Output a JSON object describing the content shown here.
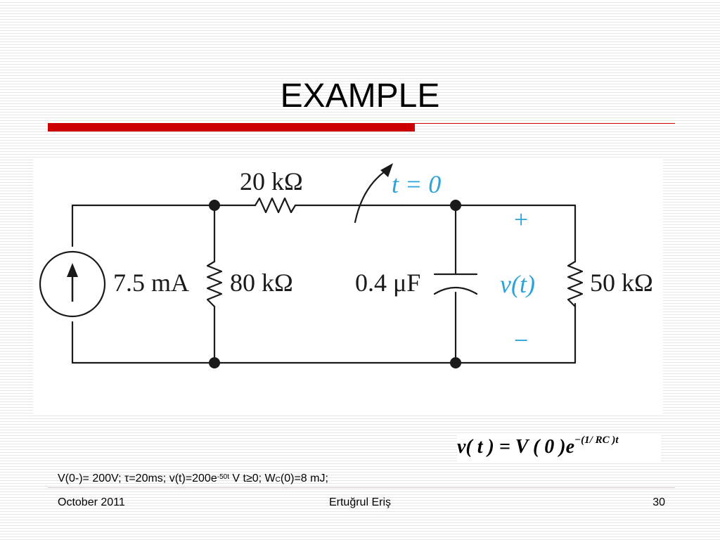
{
  "slide": {
    "title": "EXAMPLE"
  },
  "circuit": {
    "r_series": "20 kΩ",
    "switch_label": "t = 0",
    "source": "7.5 mA",
    "r_shunt": "80 kΩ",
    "capacitor": "0.4 μF",
    "v_plus": "+",
    "v_label": "v(t)",
    "v_minus": "−",
    "r_load": "50 kΩ"
  },
  "formula": {
    "base": "v( t ) = V ( 0 )e",
    "exponent": "−(1/ RC )t"
  },
  "result": {
    "part1": "V(0-)= 200V; τ=20ms; v(t)=200e",
    "exp": "-50t",
    "part2": " V  t≥0; W",
    "sub": "C",
    "part3": "(0)=8 mJ;"
  },
  "footer": {
    "date": "October 2011",
    "author": "Ertuğrul Eriş",
    "page": "30"
  },
  "colors": {
    "accent_red": "#cc0000",
    "label_blue": "#29a3d8",
    "wire": "#1a1a1a"
  }
}
